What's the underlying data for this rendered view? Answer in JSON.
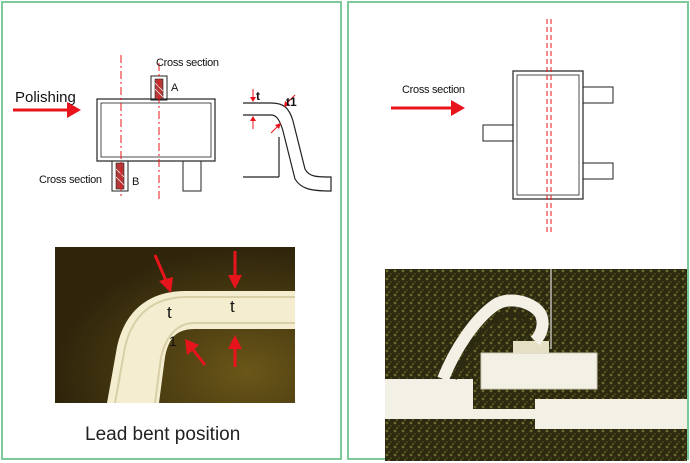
{
  "left_panel": {
    "polishing_label": "Polishing",
    "cross_section_top_label": "Cross section",
    "cross_section_bottom_label": "Cross section",
    "marker_a": "A",
    "marker_b": "B",
    "thickness_t": "t",
    "thickness_t1": "t1",
    "photo": {
      "label_t_left": "t",
      "label_t_left_sub": "1",
      "label_t_right": "t"
    },
    "caption": "Lead bent position"
  },
  "right_panel": {
    "cross_section_label": "Cross section"
  },
  "colors": {
    "arrow_red": "#e8141b",
    "panel_border": "#7dc99a",
    "photo_bg": "#3a2f10",
    "lead_metal": "#f2e9c8"
  }
}
